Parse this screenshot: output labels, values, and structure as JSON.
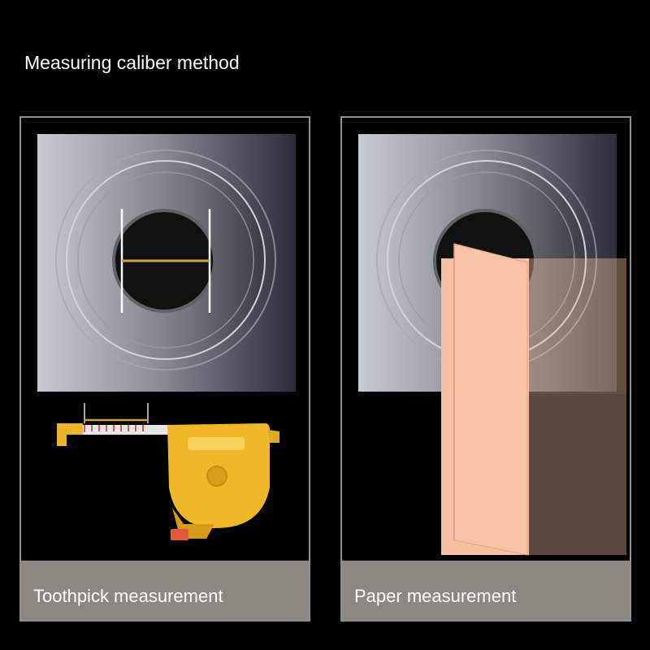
{
  "header": {
    "title": "Measuring caliber method"
  },
  "panels": [
    {
      "caption": "Toothpick measurement",
      "icon": "tape-measure-icon"
    },
    {
      "caption": "Paper measurement",
      "icon": "folded-paper-icon"
    }
  ]
}
